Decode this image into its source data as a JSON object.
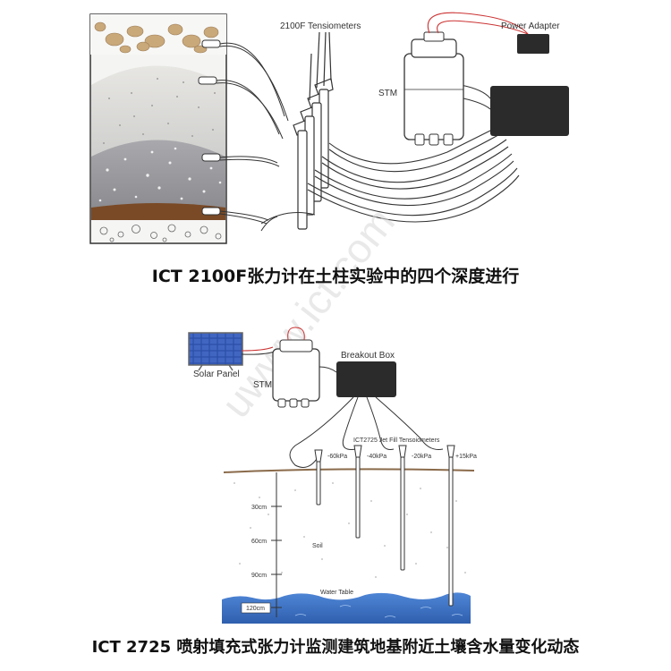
{
  "figure1": {
    "label_tensiometers": "2100F Tensiometers",
    "label_power": "Power Adapter",
    "label_stm": "STM",
    "caption": "ICT 2100F张力计在土柱实验中的四个深度进行"
  },
  "figure2": {
    "label_solar": "Solar Panel",
    "label_stm": "STM",
    "label_breakout": "Breakout Box",
    "label_tensiometers": "ICT2725 Jet Fill Tensoiometers",
    "readings": [
      "-60kPa",
      "-40kPa",
      "-20kPa",
      "+15kPa"
    ],
    "depths": [
      "30cm",
      "60cm",
      "90cm",
      "120cm"
    ],
    "label_soil": "Soil",
    "label_water": "Water Table",
    "caption": "ICT 2725 喷射填充式张力计监测建筑地基附近土壤含水量变化动态"
  },
  "watermark": "uwww.ict.com",
  "colors": {
    "box": "#2b2b2b",
    "water": "#3b6fc4",
    "cable": "#cc3333"
  }
}
